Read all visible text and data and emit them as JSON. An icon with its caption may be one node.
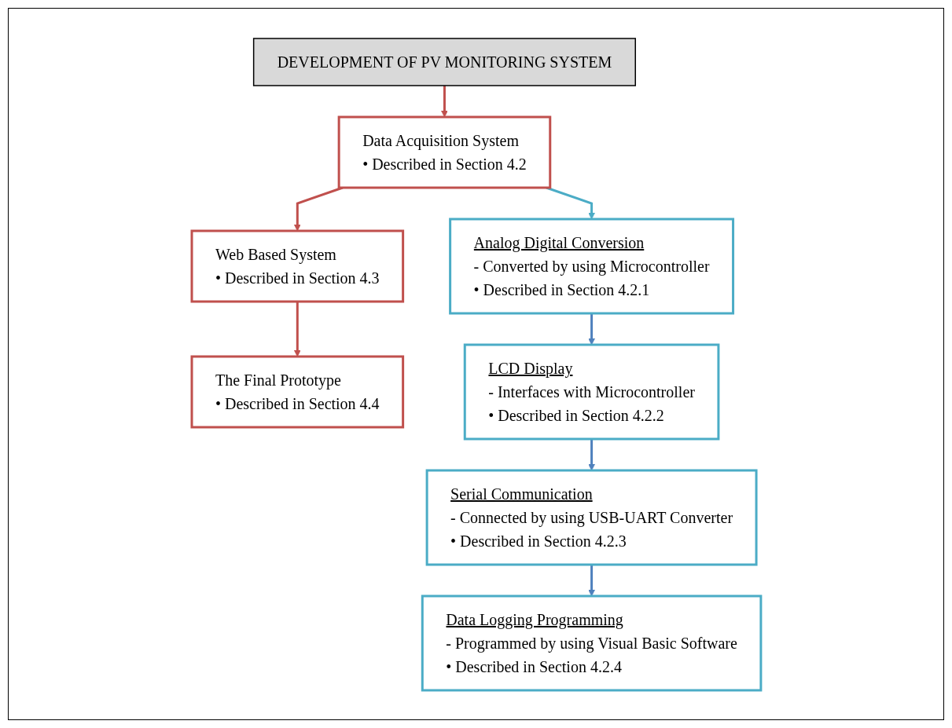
{
  "diagram": {
    "nodes": [
      {
        "text": [
          "DEVELOPMENT OF PV MONITORING SYSTEM"
        ]
      },
      {
        "text": [
          "Data Acquisition System",
          "• Described in Section 4.2"
        ]
      },
      {
        "text": [
          "Web Based System",
          "• Described in Section 4.3"
        ]
      },
      {
        "text": [
          "The Final Prototype",
          "• Described in Section 4.4"
        ]
      },
      {
        "text": [
          "Analog Digital Conversion",
          "- Converted by using Microcontroller",
          "• Described in Section 4.2.1"
        ]
      },
      {
        "text": [
          "LCD Display",
          "- Interfaces with Microcontroller",
          "• Described in Section 4.2.2"
        ]
      },
      {
        "text": [
          "Serial Communication",
          "- Connected by using USB-UART Converter",
          "• Described in Section 4.2.3"
        ]
      },
      {
        "text": [
          "Data Logging Programming",
          "- Programmed by using Visual Basic Software",
          "• Described in Section 4.2.4"
        ]
      }
    ],
    "edges": [
      {
        "from": 0,
        "to": 1,
        "arrow": "to",
        "color": "#c0504d"
      },
      {
        "from": 1,
        "to": 2,
        "arrow": "to",
        "color": "#c0504d"
      },
      {
        "from": 2,
        "to": 3,
        "arrow": "to",
        "color": "#c0504d"
      },
      {
        "from": 1,
        "to": 4,
        "arrow": "to",
        "color": "#4bacc6"
      },
      {
        "from": 4,
        "to": 5,
        "arrow": "to",
        "color": "#4f81bd"
      },
      {
        "from": 5,
        "to": 6,
        "arrow": "to",
        "color": "#4f81bd"
      },
      {
        "from": 6,
        "to": 7,
        "arrow": "to",
        "color": "#4f81bd"
      }
    ]
  }
}
